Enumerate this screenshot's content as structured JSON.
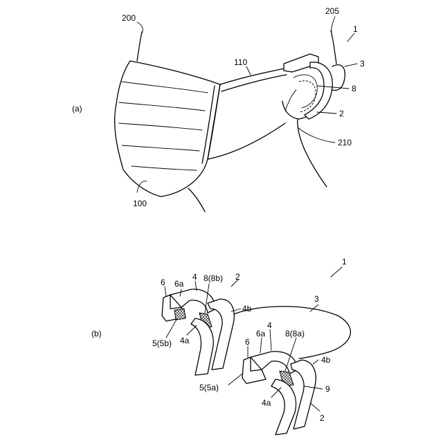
{
  "figure_a": {
    "panel_label": "(a)",
    "labels": {
      "ref_200": "200",
      "ref_205": "205",
      "ref_1": "1",
      "ref_110": "110",
      "ref_3": "3",
      "ref_8": "8",
      "ref_2": "2",
      "ref_210": "210",
      "ref_100": "100"
    }
  },
  "figure_b": {
    "panel_label": "(b)",
    "labels": {
      "ref_1": "1",
      "ref_3": "3",
      "left_6": "6",
      "left_6a": "6a",
      "left_4": "4",
      "left_8": "8(8b)",
      "left_2": "2",
      "left_4b": "4b",
      "left_5": "5(5b)",
      "left_4a": "4a",
      "right_6": "6",
      "right_6a": "6a",
      "right_4": "4",
      "right_8": "8(8a)",
      "right_4b": "4b",
      "right_5": "5(5a)",
      "right_9": "9",
      "right_4a": "4a",
      "right_2": "2"
    }
  }
}
